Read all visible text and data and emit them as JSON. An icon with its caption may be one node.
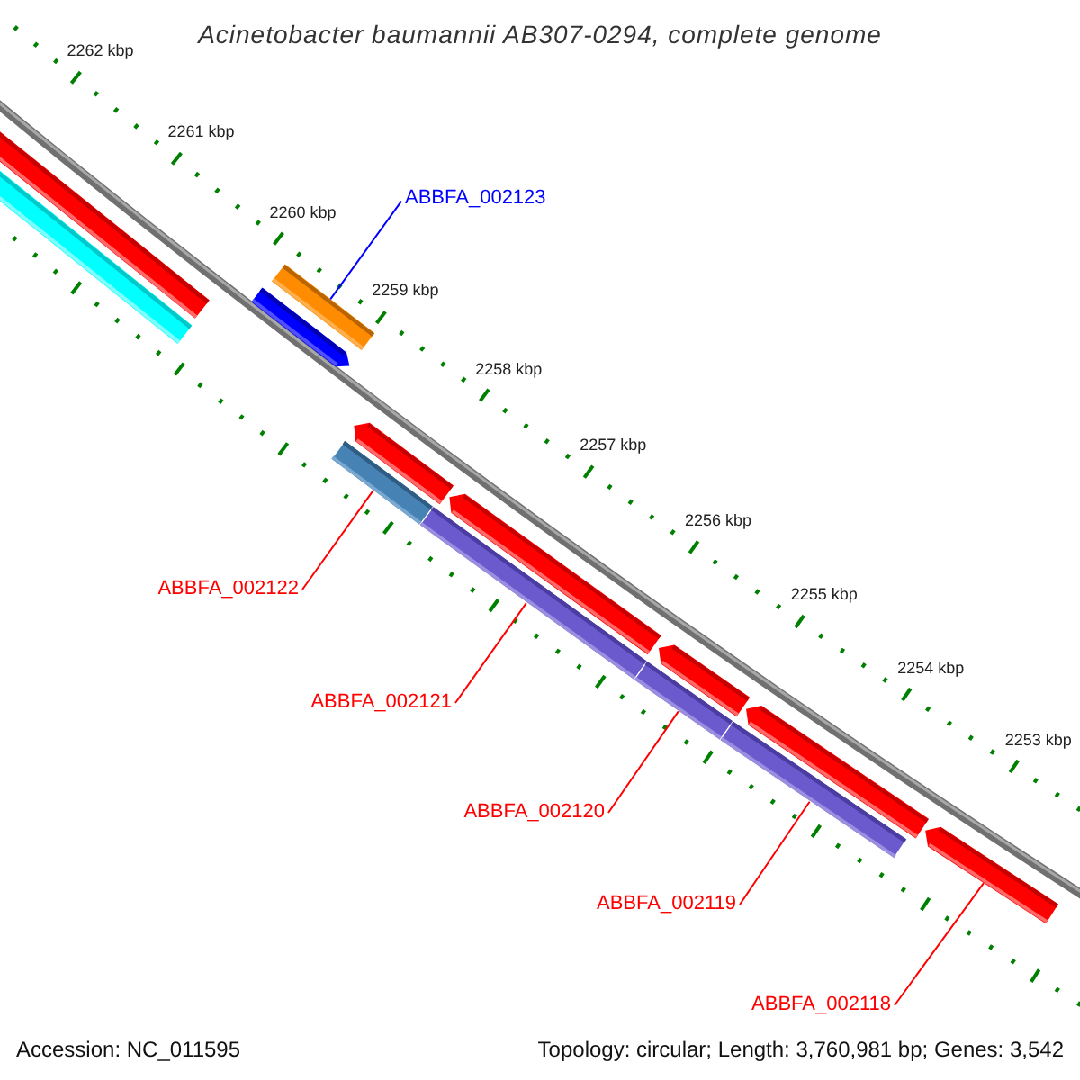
{
  "diagram": {
    "title": "Acinetobacter baumannii AB307-0294, complete genome",
    "nodes": [
      {
        "text": [
          "ABBFA_002123"
        ]
      },
      {
        "text": [
          "ABBFA_002122"
        ]
      },
      {
        "text": [
          "ABBFA_002121"
        ]
      },
      {
        "text": [
          "ABBFA_002120"
        ]
      },
      {
        "text": [
          "ABBFA_002119"
        ]
      },
      {
        "text": [
          "ABBFA_002118"
        ]
      },
      {
        "text": [],
        "shape": "bar"
      },
      {
        "text": [],
        "shape": "bar"
      },
      {
        "text": [],
        "shape": "bar"
      },
      {
        "text": [],
        "shape": "bar"
      },
      {
        "text": [],
        "shape": "bar"
      },
      {
        "text": [],
        "shape": "bar"
      },
      {
        "text": [],
        "shape": "bar"
      },
      {
        "text": [],
        "shape": "bar"
      },
      {
        "text": [],
        "shape": "bar"
      },
      {
        "text": [],
        "shape": "bar"
      },
      {
        "text": [],
        "shape": "bar"
      },
      {
        "text": [],
        "shape": "bar"
      },
      {
        "text": [],
        "shape": "bar"
      }
    ],
    "edges": [
      {
        "from": 0,
        "to": 9,
        "arrow": "none",
        "color": "#0000ff"
      },
      {
        "from": 1,
        "to": 10,
        "arrow": "none"
      },
      {
        "from": 2,
        "to": 13,
        "arrow": "none"
      },
      {
        "from": 3,
        "to": 15,
        "arrow": "none"
      },
      {
        "from": 4,
        "to": 17,
        "arrow": "none"
      },
      {
        "from": 5,
        "to": 18,
        "arrow": "none"
      }
    ],
    "labels": [
      "2262 kbp",
      "2261 kbp",
      "2260 kbp",
      "2259 kbp",
      "2258 kbp",
      "2257 kbp",
      "2256 kbp",
      "2255 kbp",
      "2254 kbp",
      "2253 kbp",
      "Accession: NC_011595",
      "Topology: circular; Length: 3,760,981 bp; Genes: 3,542"
    ]
  }
}
